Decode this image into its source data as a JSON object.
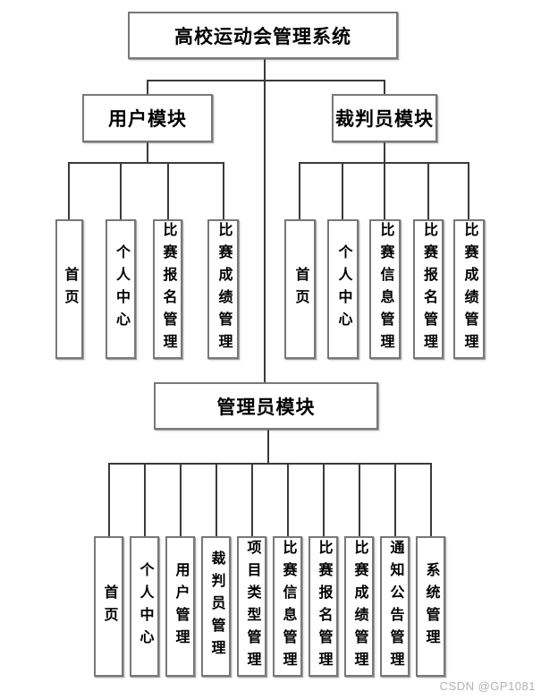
{
  "diagram": {
    "root": {
      "label": "高校运动会管理系统"
    },
    "modules": [
      {
        "id": "user-module",
        "label": "用户模块",
        "children": [
          "首页",
          "个人中心",
          "比赛报名管理",
          "比赛成绩管理"
        ]
      },
      {
        "id": "referee-module",
        "label": "裁判员模块",
        "children": [
          "首页",
          "个人中心",
          "比赛信息管理",
          "比赛报名管理",
          "比赛成绩管理"
        ]
      },
      {
        "id": "admin-module",
        "label": "管理员模块",
        "children": [
          "首页",
          "个人中心",
          "用户管理",
          "裁判员管理",
          "项目类型管理",
          "比赛信息管理",
          "比赛报名管理",
          "比赛成绩管理",
          "通知公告管理",
          "系统管理"
        ]
      }
    ],
    "watermark": "CSDN @GP1081",
    "colors": {
      "background": "#ffffff",
      "box_border": "#787878",
      "connector": "#3a3a3a",
      "text": "#000000",
      "watermark": "#b3b1b1"
    }
  }
}
